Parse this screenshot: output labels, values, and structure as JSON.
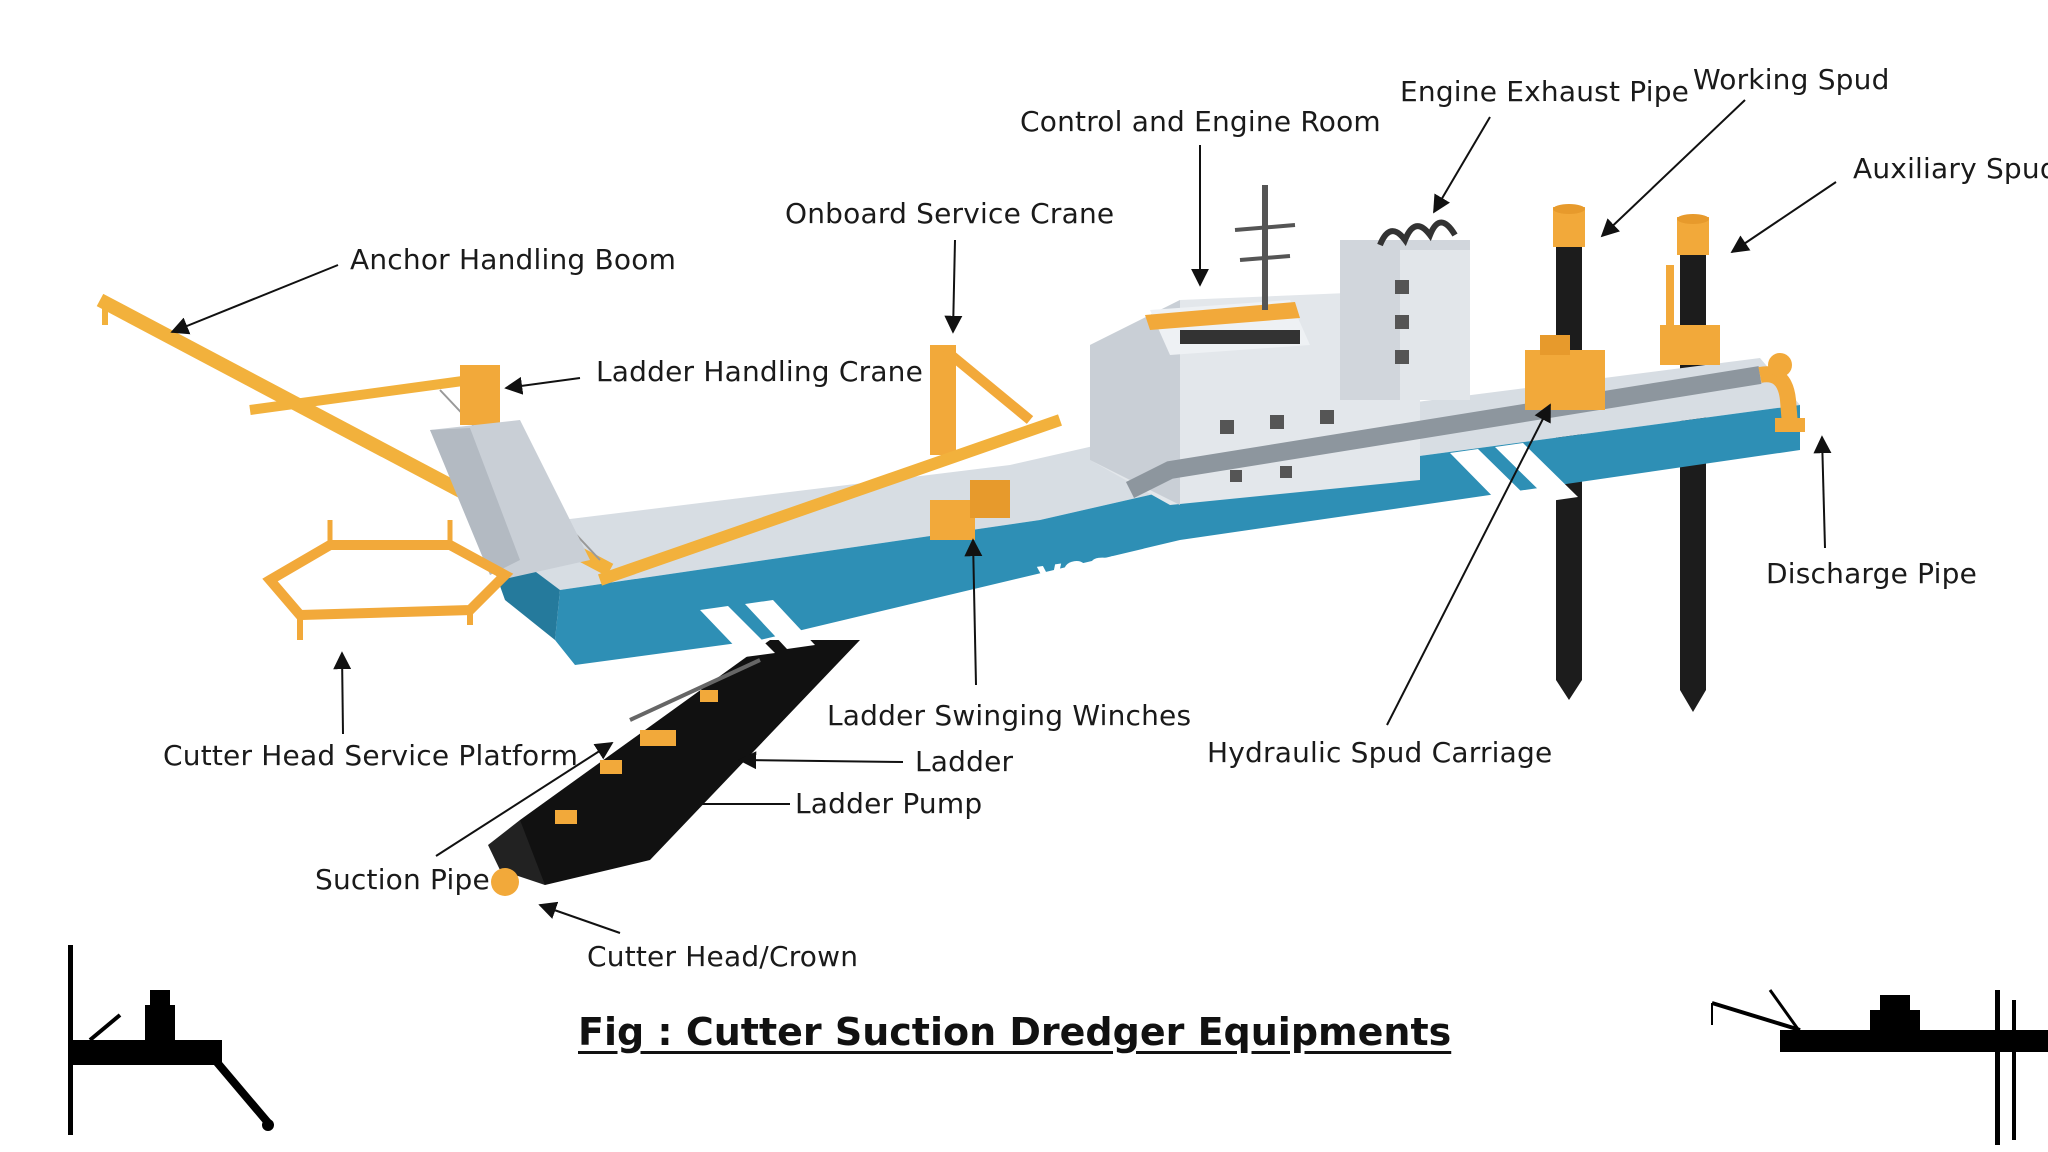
{
  "labels": {
    "anchor_handling_boom": "Anchor Handling Boom",
    "ladder_handling_crane": "Ladder Handling Crane",
    "onboard_service_crane": "Onboard  Service Crane",
    "control_engine_room": "Control and Engine Room",
    "engine_exhaust_pipe": "Engine Exhaust Pipe",
    "working_spud": "Working Spud",
    "auxiliary_spud": "Auxiliary Spud",
    "discharge_pipe": "Discharge Pipe",
    "hydraulic_spud_carriage": "Hydraulic Spud Carriage",
    "ladder_swinging_winches": "Ladder Swinging Winches",
    "ladder": "Ladder",
    "ladder_pump": "Ladder Pump",
    "cutter_head_service_platform": "Cutter Head Service Platform",
    "suction_pipe": "Suction Pipe",
    "cutter_head_crown": "Cutter Head/Crown"
  },
  "hull_name": "VOSTA.LMG",
  "caption": "Fig : Cutter Suction Dredger Equipments",
  "colors": {
    "hull_blue": "#2e8fb5",
    "deck_grey": "#d7dde3",
    "equipment_orange": "#f2b13c",
    "ladder_black": "#111111",
    "text": "#1a1a1a"
  }
}
